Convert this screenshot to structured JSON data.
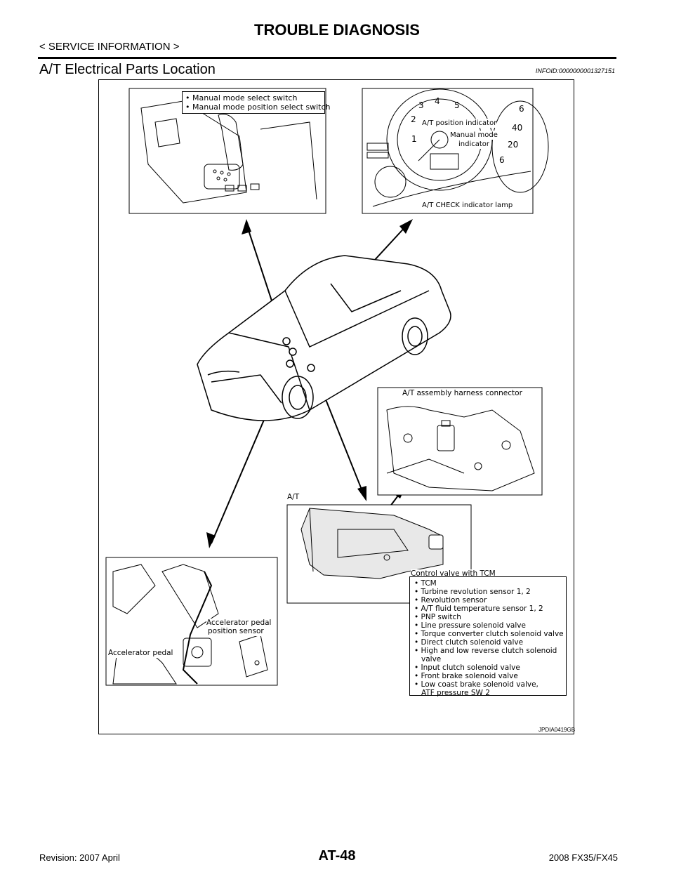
{
  "header": {
    "title": "TROUBLE DIAGNOSIS",
    "breadcrumb": "< SERVICE INFORMATION >",
    "section_title": "A/T Electrical Parts Location",
    "info_id": "INFOID:0000000001327151"
  },
  "figure": {
    "figure_id": "JPDIA0419GB",
    "shifter_panel": {
      "labels": [
        "• Manual mode select switch",
        "• Manual mode position select switch"
      ]
    },
    "cluster_panel": {
      "position_indicator": "A/T position indicator",
      "manual_indicator_line1": "Manual mode",
      "manual_indicator_line2": "indicator",
      "check_lamp": "A/T CHECK indicator lamp",
      "tach_numbers": [
        "1",
        "2",
        "3",
        "4",
        "5",
        "6"
      ],
      "speed_numbers": [
        "40",
        "20",
        "6"
      ]
    },
    "harness_panel": {
      "label": "A/T assembly harness connector"
    },
    "transmission_panel": {
      "label": "A/T",
      "valve_label": "Control valve with TCM"
    },
    "components": [
      {
        "text": "• TCM"
      },
      {
        "text": "• Turbine revolution sensor 1, 2"
      },
      {
        "text": "• Revolution sensor"
      },
      {
        "text": "• A/T fluid temperature sensor 1, 2"
      },
      {
        "text": "• PNP switch"
      },
      {
        "text": "• Line pressure solenoid valve"
      },
      {
        "text": "• Torque converter clutch solenoid valve"
      },
      {
        "text": "• Direct clutch solenoid valve"
      },
      {
        "text": "• High and low reverse clutch solenoid"
      },
      {
        "text": "valve"
      },
      {
        "text": "• Input clutch solenoid valve"
      },
      {
        "text": "• Front brake solenoid valve"
      },
      {
        "text": "• Low coast brake solenoid valve,"
      },
      {
        "text": "ATF pressure SW 2"
      }
    ],
    "pedal_panel": {
      "sensor_line1": "Accelerator pedal",
      "sensor_line2": "position sensor",
      "pedal_label": "Accelerator pedal"
    }
  },
  "footer": {
    "page_number": "AT-48",
    "revision": "Revision: 2007 April",
    "model": "2008 FX35/FX45"
  }
}
